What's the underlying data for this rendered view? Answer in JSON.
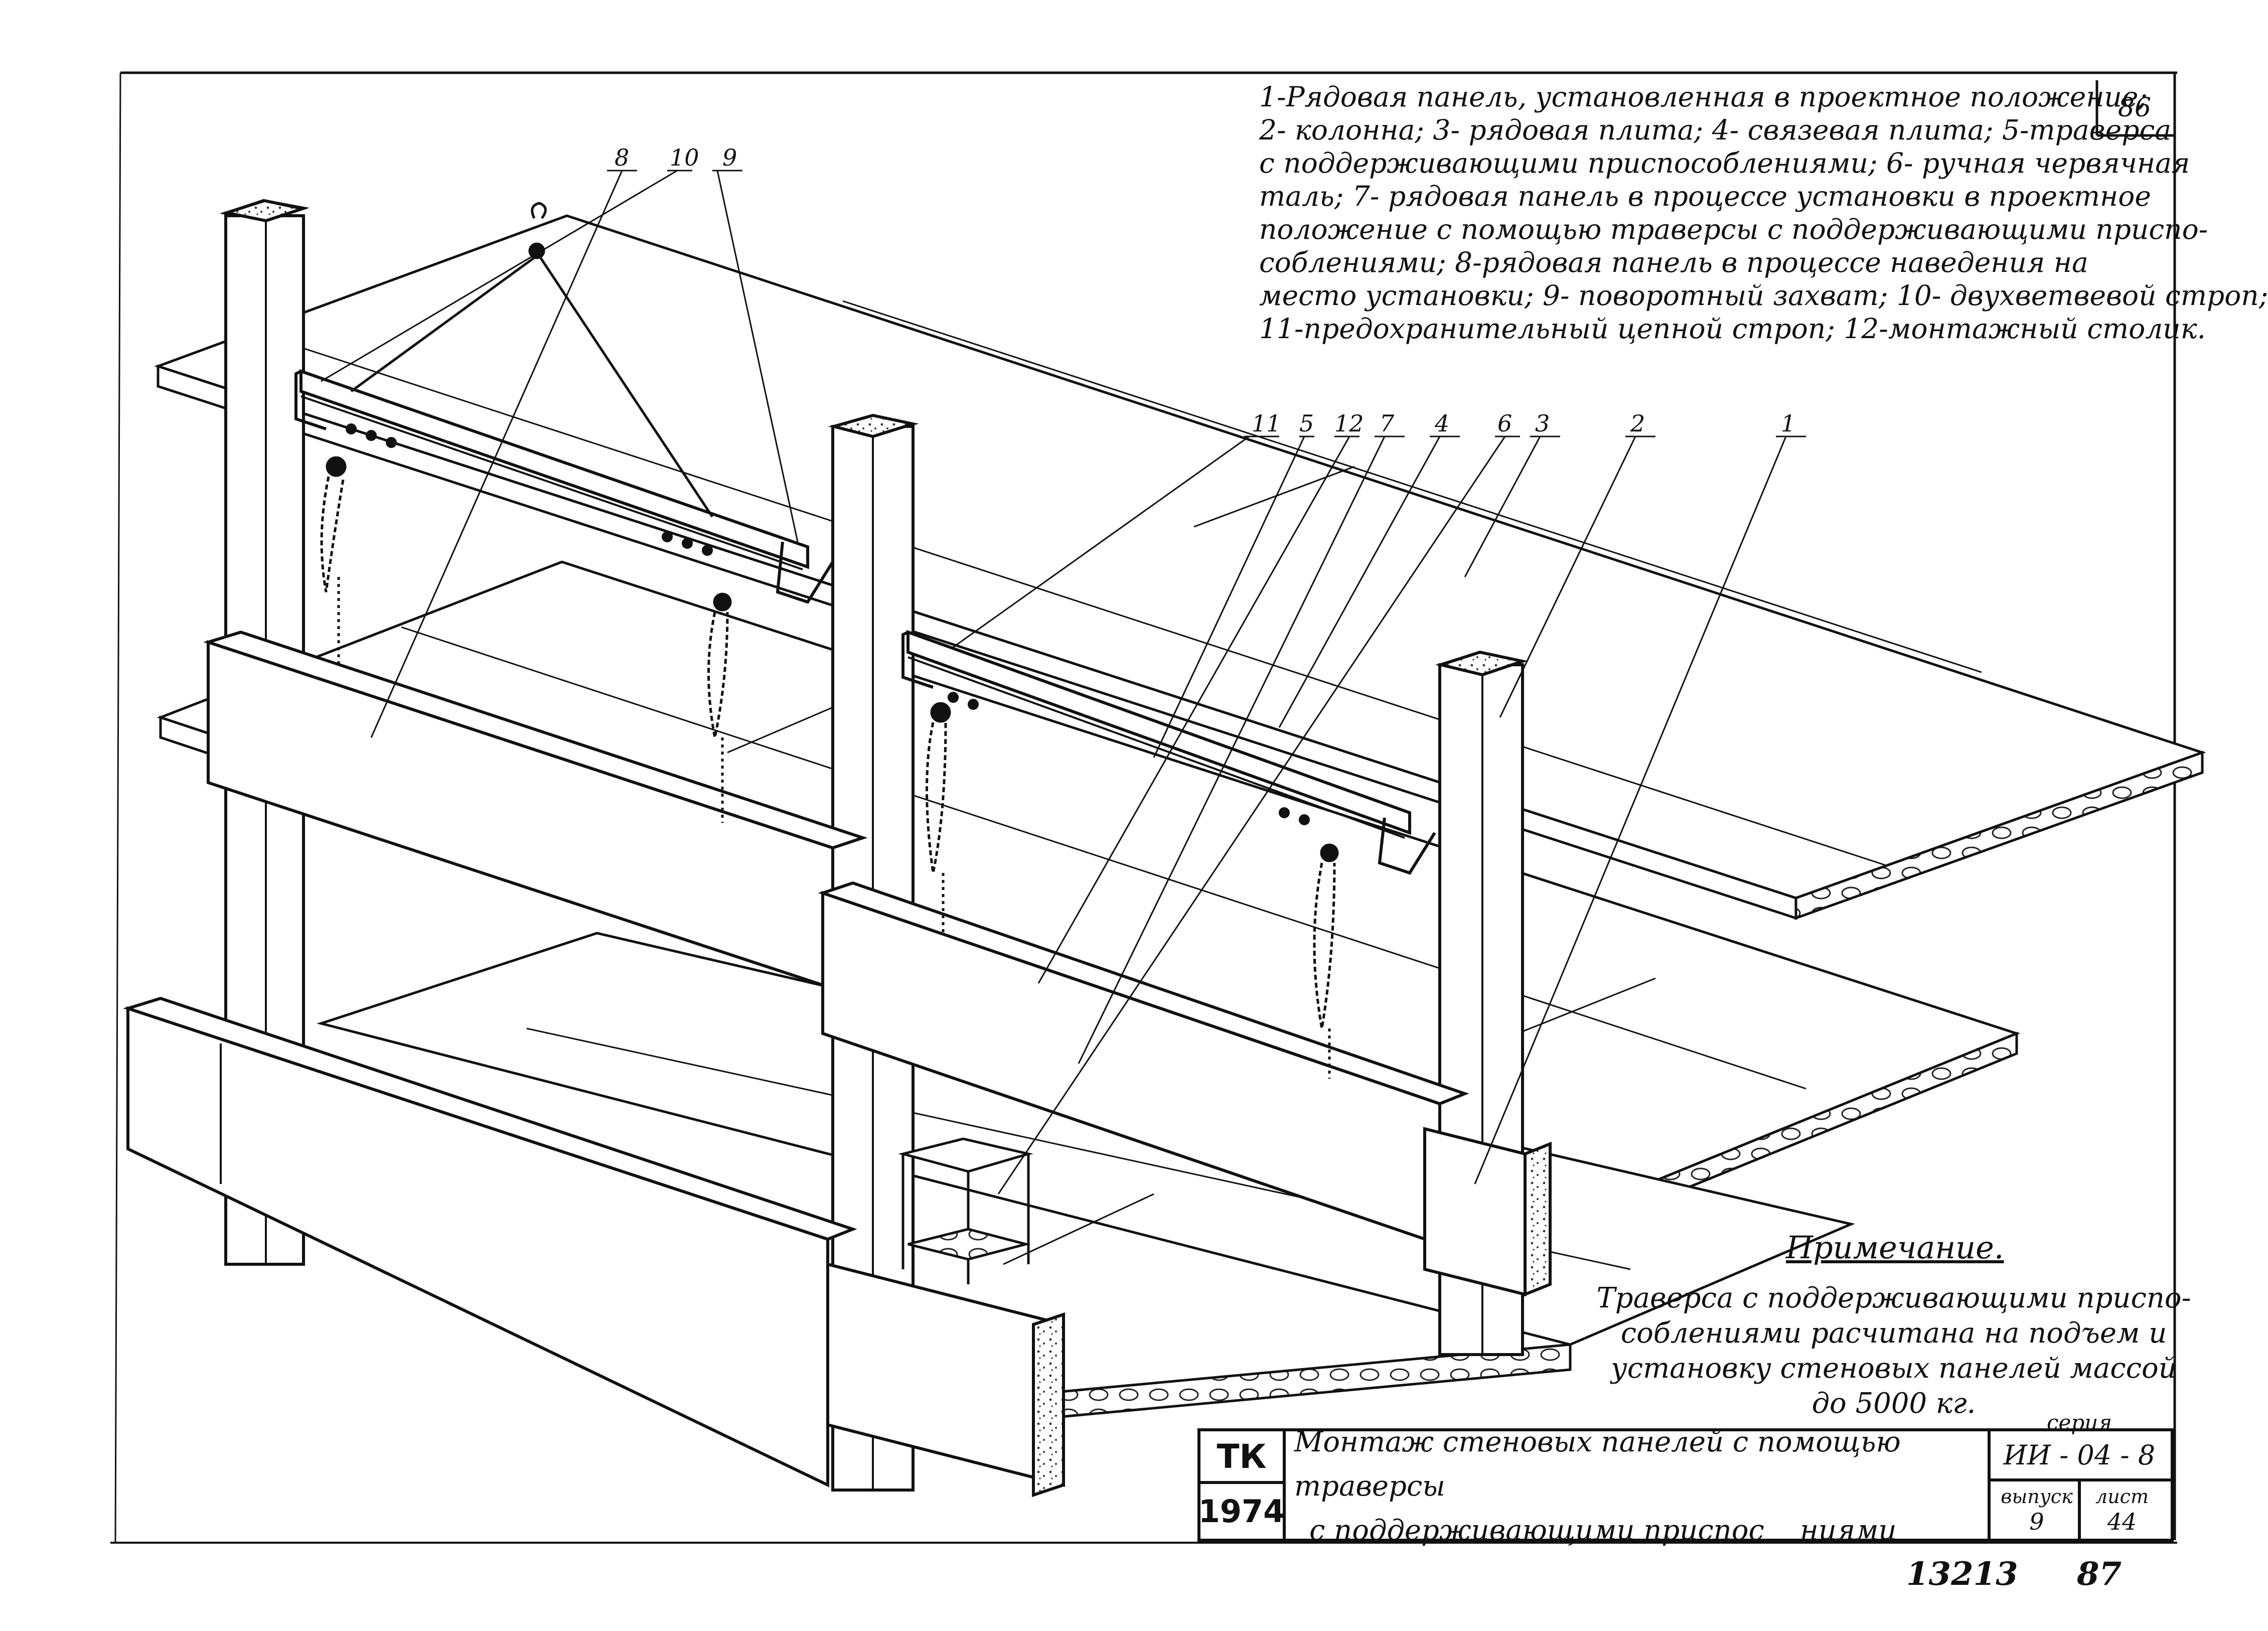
{
  "sheet_no_top": "86",
  "legend_lines": [
    "1-Рядовая панель, установленная в проектное положение;",
    "2- колонна; 3- рядовая плита; 4- связевая плита; 5-траверса",
    "с поддерживающими приспособлениями; 6- ручная червячная",
    "таль; 7- рядовая панель в процессе установки в проектное",
    "положение с помощью траверсы с поддерживающими приспо-",
    "соблениями; 8-рядовая панель в процессе наведения на",
    "место установки; 9- поворотный захват; 10- двухветвевой строп;",
    "11-предохранительный цепной строп; 12-монтажный столик."
  ],
  "callouts": [
    "8",
    "10",
    "9",
    "11",
    "5",
    "12",
    "7",
    "4",
    "6",
    "3",
    "2",
    "1"
  ],
  "note": {
    "title": "Примечание.",
    "lines": [
      "Траверса с поддерживающими приспо-",
      "соблениями расчитана на подъем и",
      "установку стеновых панелей массой",
      "до 5000 кг."
    ]
  },
  "title_block": {
    "tk": "ТК",
    "year": "1974",
    "title_line1": "Монтаж стеновых панелей с помощью траверсы",
    "title_line2": "с поддерживающими приспос    ниями",
    "series_label": "серия",
    "series": "ИИ - 04 - 8",
    "issue_label": "выпуск",
    "issue": "9",
    "list_label": "лист",
    "list": "44"
  },
  "inventory_no": "13213",
  "page_no": "87"
}
